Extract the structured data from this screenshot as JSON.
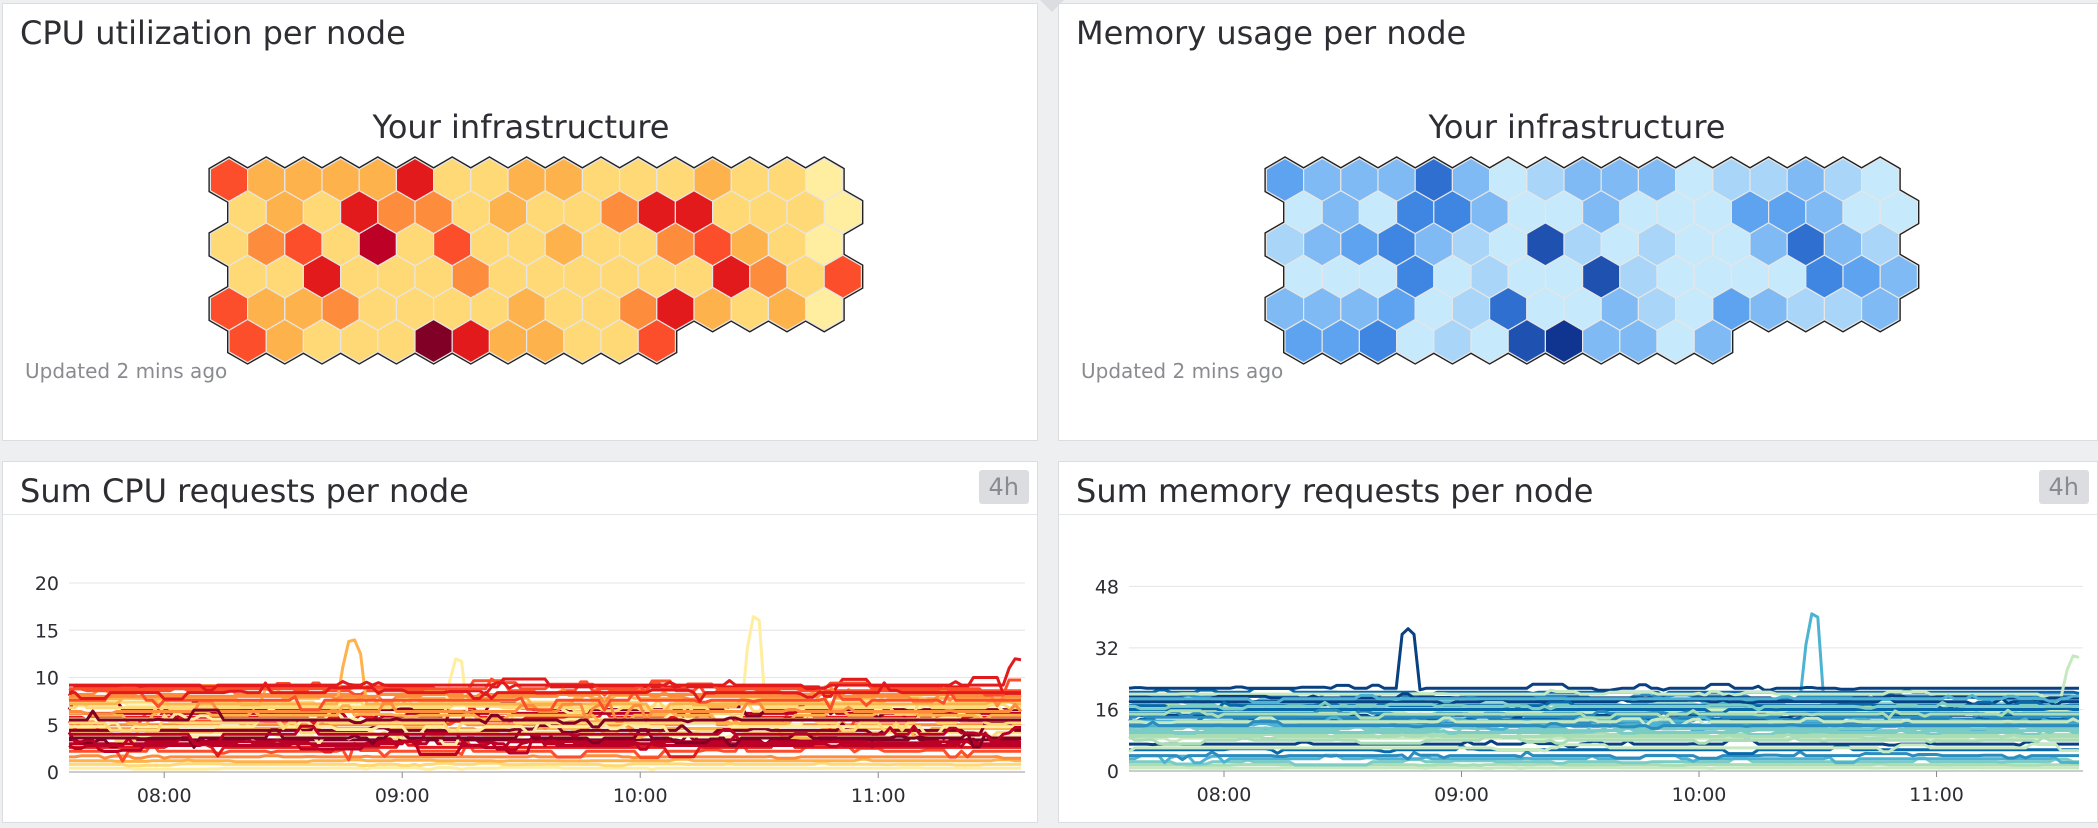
{
  "widgets": {
    "cpu_util": {
      "title": "CPU utilization per node",
      "subtitle": "Your infrastructure",
      "updated": "Updated 2 mins ago",
      "palette": [
        "#ffeda0",
        "#fed976",
        "#feb24c",
        "#fd8d3c",
        "#fc4e2a",
        "#e31a1c",
        "#bd0026",
        "#800026"
      ]
    },
    "mem_usage": {
      "title": "Memory usage per node",
      "subtitle": "Your infrastructure",
      "updated": "Updated 2 mins ago",
      "palette": [
        "#c6e9fb",
        "#a9d6f8",
        "#7fbaf4",
        "#5ea3ef",
        "#3e86e2",
        "#2f6fcf",
        "#1f52b0",
        "#0f3591"
      ]
    },
    "cpu_requests": {
      "title": "Sum CPU requests per node",
      "timeframe": "4h"
    },
    "mem_requests": {
      "title": "Sum memory requests per node",
      "timeframe": "4h"
    }
  },
  "hexmap": {
    "rows": 6,
    "row_lengths": [
      17,
      17,
      17,
      17,
      17,
      12
    ],
    "cpu_levels": [
      [
        4,
        2,
        2,
        2,
        2,
        5,
        1,
        1,
        2,
        2,
        1,
        1,
        1,
        2,
        1,
        1,
        0
      ],
      [
        1,
        2,
        1,
        5,
        3,
        3,
        1,
        2,
        1,
        1,
        3,
        5,
        5,
        1,
        1,
        1,
        0
      ],
      [
        1,
        3,
        4,
        1,
        6,
        1,
        4,
        1,
        1,
        2,
        1,
        1,
        3,
        4,
        2,
        1,
        0
      ],
      [
        1,
        1,
        5,
        1,
        1,
        1,
        3,
        1,
        1,
        1,
        1,
        1,
        1,
        5,
        3,
        1,
        4
      ],
      [
        4,
        2,
        2,
        3,
        1,
        1,
        1,
        1,
        2,
        1,
        1,
        3,
        5,
        2,
        1,
        2,
        0
      ],
      [
        4,
        2,
        1,
        1,
        1,
        7,
        5,
        2,
        2,
        1,
        1,
        4
      ]
    ],
    "mem_levels": [
      [
        3,
        2,
        2,
        2,
        5,
        2,
        0,
        1,
        2,
        2,
        2,
        0,
        1,
        1,
        2,
        1,
        0
      ],
      [
        0,
        2,
        0,
        4,
        4,
        2,
        0,
        0,
        2,
        0,
        0,
        0,
        3,
        3,
        2,
        0,
        0
      ],
      [
        1,
        2,
        3,
        4,
        2,
        1,
        0,
        6,
        1,
        0,
        1,
        0,
        0,
        2,
        5,
        2,
        1
      ],
      [
        0,
        0,
        0,
        4,
        0,
        1,
        0,
        0,
        6,
        1,
        0,
        0,
        0,
        0,
        4,
        3,
        2
      ],
      [
        2,
        2,
        2,
        3,
        0,
        1,
        5,
        0,
        0,
        2,
        1,
        0,
        3,
        2,
        1,
        1,
        2
      ],
      [
        3,
        3,
        4,
        0,
        1,
        0,
        6,
        7,
        2,
        2,
        0,
        2
      ]
    ]
  },
  "chart_data": [
    {
      "type": "line",
      "title": "Sum CPU requests per node",
      "xlabel": "",
      "ylabel": "",
      "x_ticks": [
        "08:00",
        "09:00",
        "10:00",
        "11:00"
      ],
      "y_ticks": [
        0,
        5,
        10,
        15,
        20
      ],
      "ylim": [
        0,
        20
      ],
      "xlim_minutes": [
        456,
        697
      ],
      "grid": "horizontal",
      "legend": "none",
      "series_count": 40,
      "palette": [
        "#ffeda0",
        "#fed976",
        "#feb24c",
        "#fd8d3c",
        "#fc4e2a",
        "#e31a1c",
        "#bd0026",
        "#800026"
      ],
      "base_levels": [
        0.4,
        0.8,
        1.2,
        1.6,
        2.2,
        2.6,
        3.0,
        3.4,
        3.8,
        4.2,
        4.6,
        5.0,
        5.4,
        5.8,
        6.2,
        6.6,
        7.0,
        7.4,
        7.8,
        8.2,
        8.6,
        9.0,
        3.2,
        4.4,
        5.6,
        6.8,
        7.2,
        8.0,
        8.8,
        9.2,
        2.8,
        3.6,
        4.8,
        5.2,
        6.0,
        6.4,
        7.6,
        8.4,
        4.0,
        5.5
      ],
      "spikes": [
        {
          "series": 26,
          "start": 525,
          "end": 530,
          "peak": 14.0
        },
        {
          "series": 24,
          "start": 552,
          "end": 556,
          "peak": 12.0
        },
        {
          "series": 16,
          "start": 627,
          "end": 631,
          "peak": 16.5
        },
        {
          "series": 29,
          "start": 693,
          "end": 697,
          "peak": 12.0
        }
      ]
    },
    {
      "type": "line",
      "title": "Sum memory requests per node",
      "xlabel": "",
      "ylabel": "",
      "x_ticks": [
        "08:00",
        "09:00",
        "10:00",
        "11:00"
      ],
      "y_ticks": [
        0,
        16,
        32,
        48
      ],
      "ylim": [
        0,
        52
      ],
      "xlim_minutes": [
        456,
        697
      ],
      "grid": "horizontal",
      "legend": "none",
      "series_count": 40,
      "palette": [
        "#c7e9c0",
        "#a8ddb5",
        "#7bccc4",
        "#4eb3d3",
        "#2b8cbe",
        "#0868ac",
        "#084081"
      ],
      "base_levels": [
        0.8,
        1.6,
        2.4,
        3.2,
        4.0,
        5.5,
        7.0,
        8.5,
        9.5,
        10.5,
        11.5,
        12.5,
        13.5,
        14.5,
        15.5,
        16.5,
        17.5,
        18.5,
        19.5,
        20.5,
        21.5,
        6.0,
        8.0,
        10.0,
        12.0,
        14.0,
        16.0,
        18.0,
        20.0,
        9.0,
        11.0,
        13.0,
        15.0,
        17.0,
        19.0,
        12.8,
        14.8,
        16.8,
        18.8,
        11.8
      ],
      "spikes": [
        {
          "series": 20,
          "start": 524,
          "end": 529,
          "peak": 37.0
        },
        {
          "series": 17,
          "start": 627,
          "end": 631,
          "peak": 41.0
        },
        {
          "series": 28,
          "start": 693,
          "end": 697,
          "peak": 30.0
        }
      ]
    }
  ]
}
